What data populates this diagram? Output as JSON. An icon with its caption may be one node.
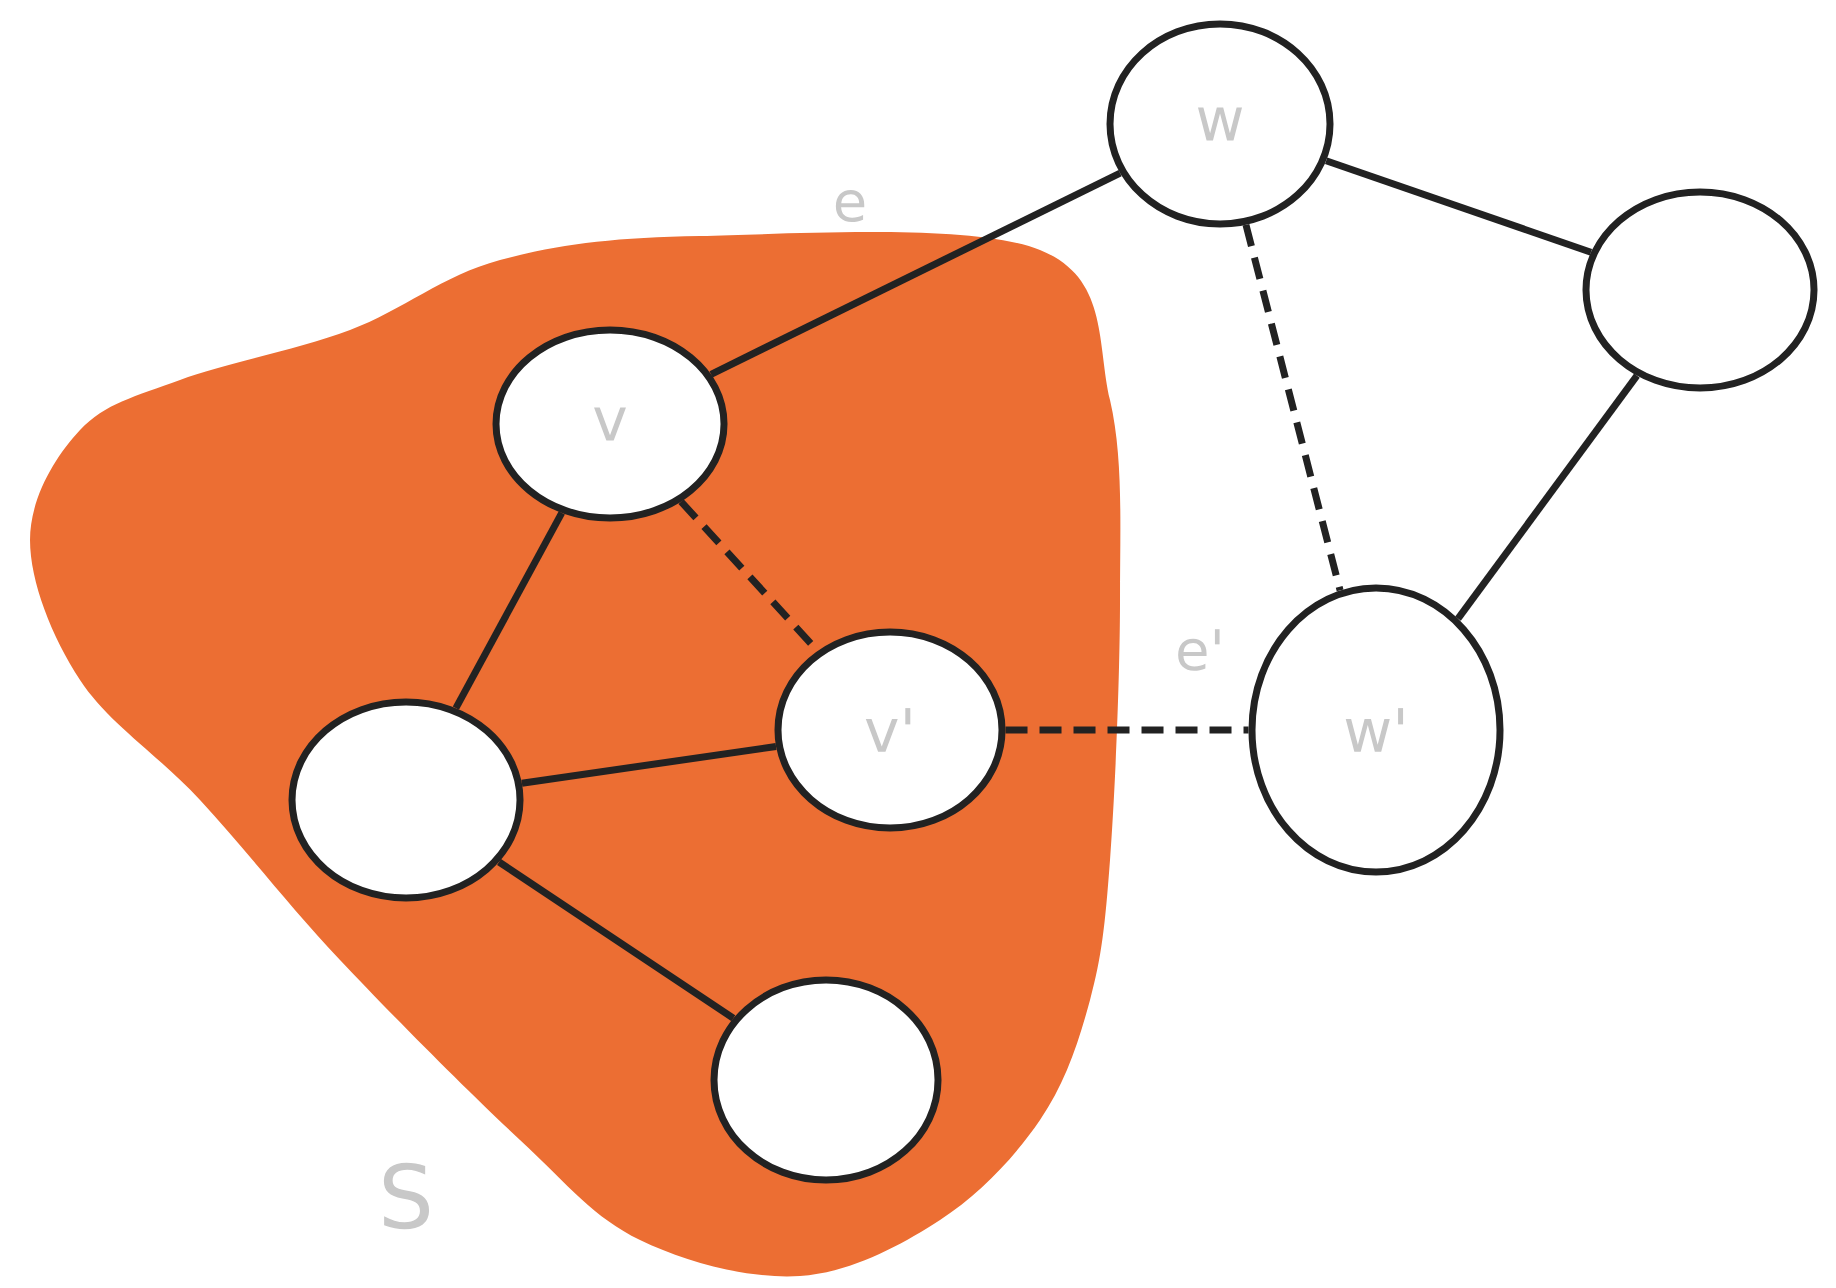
{
  "diagram": {
    "nodes": [
      {
        "text": [
          "S"
        ]
      },
      {
        "text": [
          "w"
        ]
      },
      {
        "text": [],
        "shape": "circle"
      },
      {
        "text": [
          "v"
        ],
        "in": 0
      },
      {
        "text": [
          "v'"
        ],
        "in": 0
      },
      {
        "text": [
          "w'"
        ]
      },
      {
        "text": [],
        "shape": "circle",
        "in": 0
      },
      {
        "text": [],
        "shape": "circle",
        "in": 0
      }
    ],
    "edges": [
      {
        "from": 1,
        "to": 3,
        "arrow": "none",
        "label": "e"
      },
      {
        "from": 1,
        "to": 2,
        "arrow": "none"
      },
      {
        "from": 1,
        "to": 5,
        "arrow": "none",
        "style": "dashed"
      },
      {
        "from": 2,
        "to": 5,
        "arrow": "none"
      },
      {
        "from": 3,
        "to": 6,
        "arrow": "none"
      },
      {
        "from": 3,
        "to": 4,
        "arrow": "none",
        "style": "dashed"
      },
      {
        "from": 6,
        "to": 4,
        "arrow": "none"
      },
      {
        "from": 6,
        "to": 7,
        "arrow": "none"
      },
      {
        "from": 4,
        "to": 5,
        "arrow": "none",
        "style": "dashed",
        "label": "e'"
      }
    ]
  }
}
